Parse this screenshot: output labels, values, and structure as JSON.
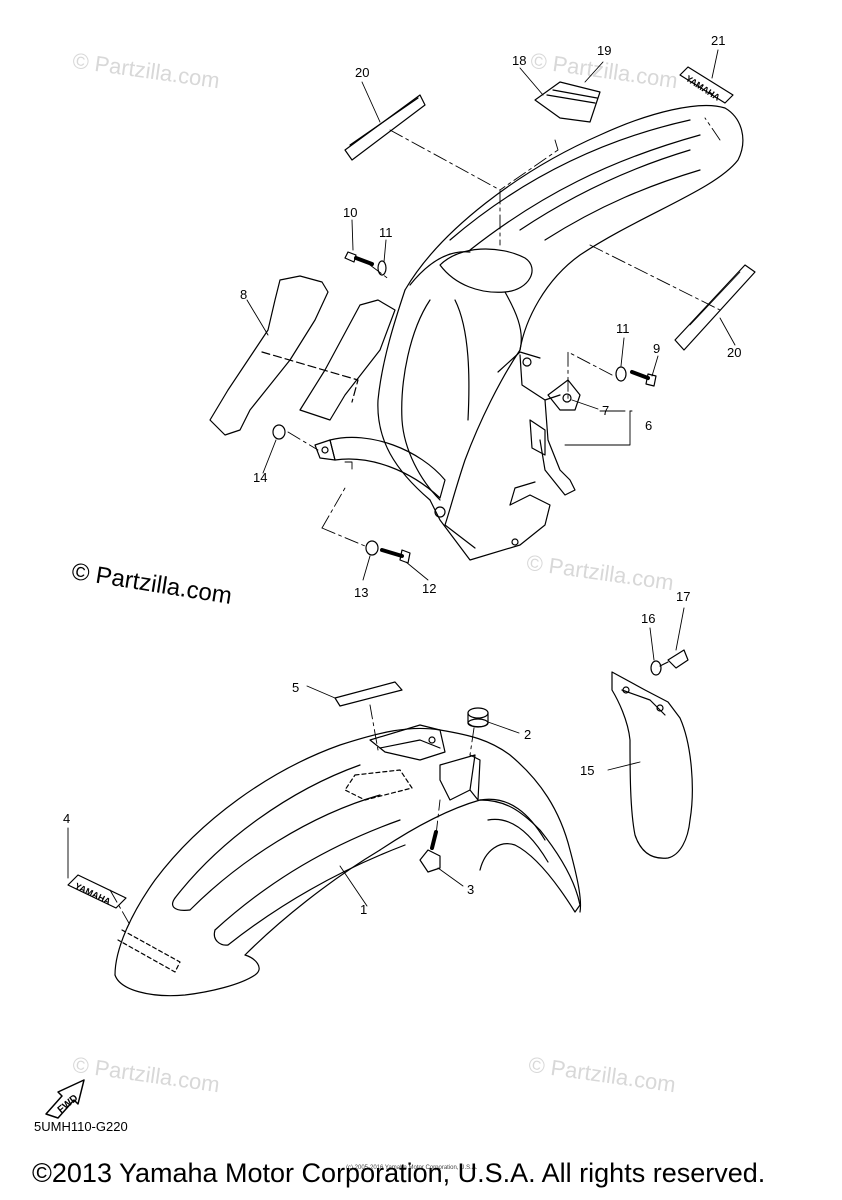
{
  "watermarks": {
    "main": "© Partzilla.com",
    "faint": "© Partzilla.com"
  },
  "decals": {
    "brand": "YAMAHA",
    "fwd": "FWD"
  },
  "callouts": [
    "1",
    "2",
    "3",
    "4",
    "5",
    "6",
    "7",
    "8",
    "9",
    "10",
    "11",
    "11",
    "12",
    "13",
    "14",
    "15",
    "16",
    "17",
    "18",
    "19",
    "20",
    "20",
    "21"
  ],
  "diagram_code": "5UMH110-G220",
  "fine_print": "(c) 2005-2016 Yamaha Motor Corporation, U.S.A.",
  "copyright": "©2013 Yamaha Motor Corporation, U.S.A. All rights reserved.",
  "colors": {
    "line": "#000000",
    "watermark": "#d8d8d8"
  }
}
